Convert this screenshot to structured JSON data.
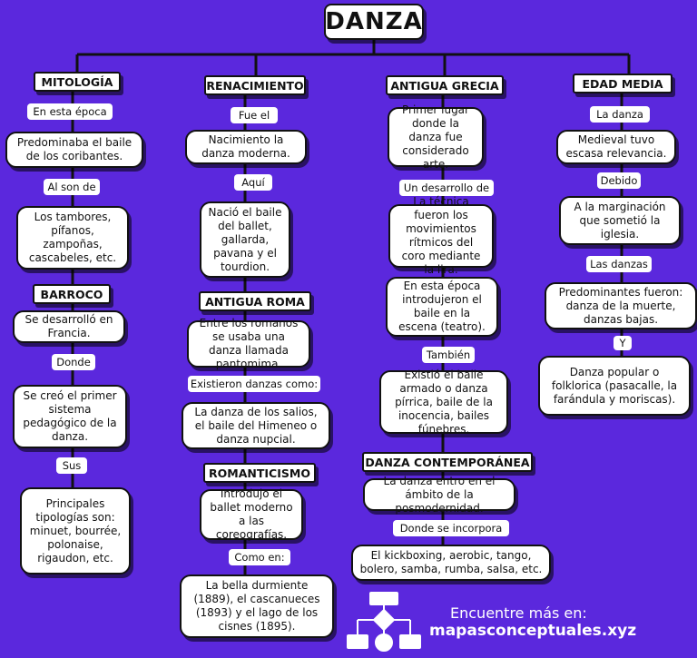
{
  "title": "DANZA",
  "headers": {
    "mitologia": "MITOLOGÍA",
    "renacimiento": "RENACIMIENTO",
    "antigua_grecia": "ANTIGUA GRECIA",
    "edad_media": "EDAD MEDIA",
    "barroco": "BARROCO",
    "antigua_roma": "ANTIGUA ROMA",
    "romanticismo": "ROMANTICISMO",
    "danza_contemporanea": "DANZA CONTEMPORÁNEA"
  },
  "mitologia": {
    "l1": "En esta época",
    "b1": "Predominaba el baile de los coribantes.",
    "l2": "Al son de",
    "b2": "Los tambores, pífanos, zampoñas, cascabeles, etc."
  },
  "barroco": {
    "b1": "Se desarrolló en Francia.",
    "l1": "Donde",
    "b2": "Se creó el primer sistema pedagógico de la danza.",
    "l2": "Sus",
    "b3": "Principales tipologías son: minuet, bourrée, polonaise, rigaudon, etc."
  },
  "renacimiento": {
    "l1": "Fue el",
    "b1": "Nacimiento la danza moderna.",
    "l2": "Aquí",
    "b2": "Nació el baile del ballet, gallarda, pavana y el tourdion."
  },
  "antigua_roma": {
    "b1": "Entre los romanos se usaba una danza llamada pantomima.",
    "l1": "Existieron danzas como:",
    "b2": "La danza de los salios, el baile del Himeneo o danza nupcial."
  },
  "romanticismo": {
    "b1": "Introdujo el ballet moderno a las coreografías.",
    "l1": "Como en:",
    "b2": "La bella durmiente (1889), el cascanueces (1893) y el lago de los cisnes (1895)."
  },
  "antigua_grecia": {
    "b1": "Primer lugar donde la danza fue considerado arte.",
    "l1": "Un desarrollo de",
    "b2": "La técnica fueron los movimientos rítmicos del coro mediante la lira.",
    "b3": "En esta época introdujeron el baile en la escena (teatro).",
    "l2": "También",
    "b4": "Existió el baile armado o danza pírrica, baile de la inocencia, bailes fúnebres."
  },
  "danza_contemporanea": {
    "b1": "La danza entro en el ámbito de la posmodernidad.",
    "l1": "Donde se incorpora",
    "b2": "El kickboxing, aerobic, tango, bolero, samba, rumba, salsa, etc."
  },
  "edad_media": {
    "l1": "La danza",
    "b1": "Medieval tuvo escasa relevancia.",
    "l2": "Debido",
    "b2": "A la marginación que sometió la iglesia.",
    "l3": "Las danzas",
    "b3": "Predominantes fueron: danza de la muerte, danzas bajas.",
    "l4": "Y",
    "b4": "Danza popular o folklorica (pasacalle, la farándula y moriscas)."
  },
  "footer": {
    "line1": "Encuentre más en:",
    "line2": "mapasconceptuales.xyz"
  },
  "colors": {
    "background": "#5b28dd",
    "box": "#ffffff",
    "border": "#111111",
    "connector": "#111111"
  }
}
